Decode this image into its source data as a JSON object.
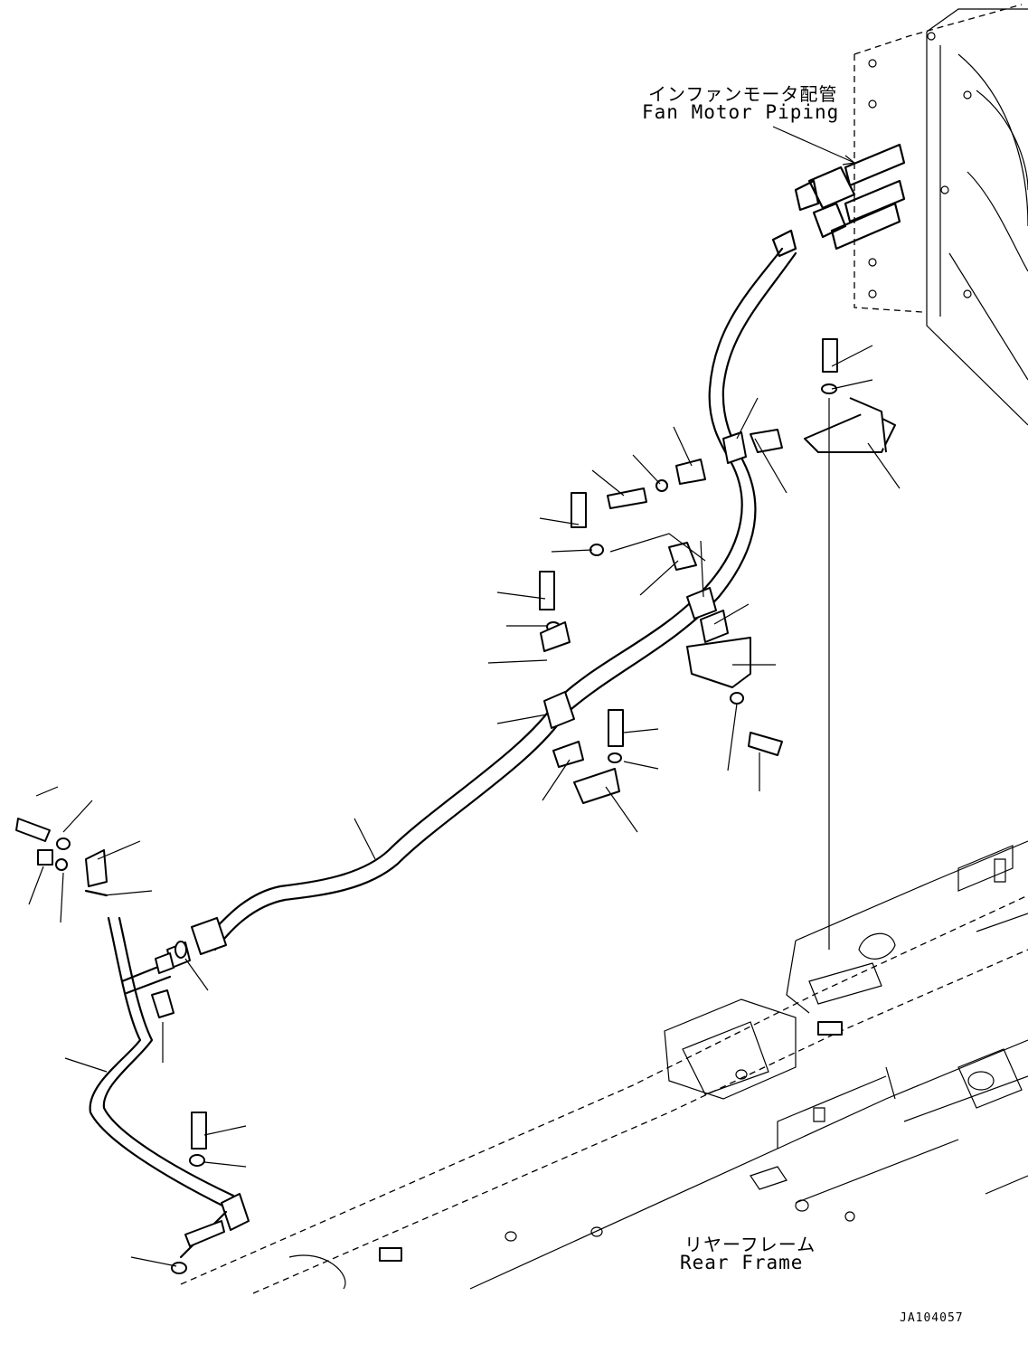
{
  "callouts": {
    "fan_motor_piping_jp": "インファンモータ配管",
    "fan_motor_piping_en": "Fan Motor Piping",
    "rear_frame_jp": "リヤーフレーム",
    "rear_frame_en": "Rear Frame"
  },
  "figure_code": "JA104057"
}
